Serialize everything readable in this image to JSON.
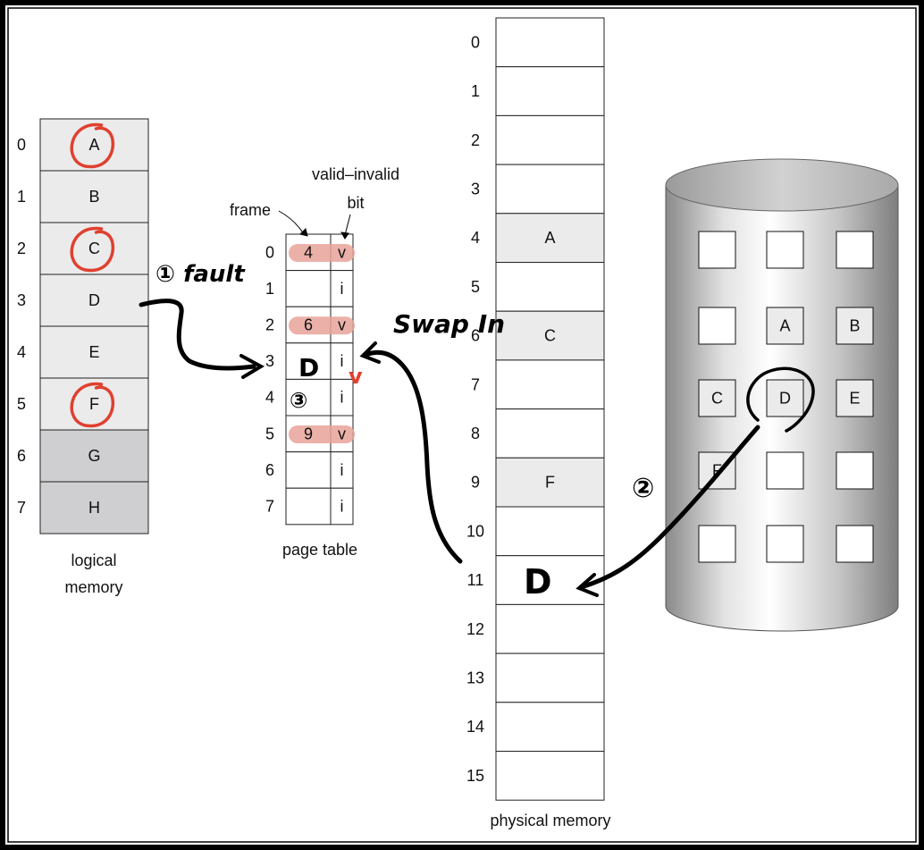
{
  "logical_memory": {
    "caption_line1": "logical",
    "caption_line2": "memory",
    "pages": [
      {
        "index": "0",
        "label": "A",
        "shade": "light",
        "circled": true
      },
      {
        "index": "1",
        "label": "B",
        "shade": "light",
        "circled": false
      },
      {
        "index": "2",
        "label": "C",
        "shade": "light",
        "circled": true
      },
      {
        "index": "3",
        "label": "D",
        "shade": "light",
        "circled": false
      },
      {
        "index": "4",
        "label": "E",
        "shade": "light",
        "circled": false
      },
      {
        "index": "5",
        "label": "F",
        "shade": "light",
        "circled": true
      },
      {
        "index": "6",
        "label": "G",
        "shade": "dark",
        "circled": false
      },
      {
        "index": "7",
        "label": "H",
        "shade": "dark",
        "circled": false
      }
    ]
  },
  "page_table": {
    "caption": "page table",
    "frame_label": "frame",
    "valid_label_line1": "valid–invalid",
    "valid_label_line2": "bit",
    "rows": [
      {
        "index": "0",
        "frame": "4",
        "bit": "v",
        "highlight": true
      },
      {
        "index": "1",
        "frame": "",
        "bit": "i",
        "highlight": false
      },
      {
        "index": "2",
        "frame": "6",
        "bit": "v",
        "highlight": true
      },
      {
        "index": "3",
        "frame": "",
        "bit": "i",
        "highlight": false
      },
      {
        "index": "4",
        "frame": "",
        "bit": "i",
        "highlight": false
      },
      {
        "index": "5",
        "frame": "9",
        "bit": "v",
        "highlight": true
      },
      {
        "index": "6",
        "frame": "",
        "bit": "i",
        "highlight": false
      },
      {
        "index": "7",
        "frame": "",
        "bit": "i",
        "highlight": false
      }
    ]
  },
  "physical_memory": {
    "caption": "physical memory",
    "frames": [
      {
        "index": "0",
        "label": ""
      },
      {
        "index": "1",
        "label": ""
      },
      {
        "index": "2",
        "label": ""
      },
      {
        "index": "3",
        "label": ""
      },
      {
        "index": "4",
        "label": "A"
      },
      {
        "index": "5",
        "label": ""
      },
      {
        "index": "6",
        "label": "C"
      },
      {
        "index": "7",
        "label": ""
      },
      {
        "index": "8",
        "label": ""
      },
      {
        "index": "9",
        "label": "F"
      },
      {
        "index": "10",
        "label": ""
      },
      {
        "index": "11",
        "label": ""
      },
      {
        "index": "12",
        "label": ""
      },
      {
        "index": "13",
        "label": ""
      },
      {
        "index": "14",
        "label": ""
      },
      {
        "index": "15",
        "label": ""
      }
    ]
  },
  "backing_store": {
    "grid": [
      [
        "",
        "",
        ""
      ],
      [
        "",
        "A",
        "B"
      ],
      [
        "C",
        "D",
        "E"
      ],
      [
        "F",
        "",
        ""
      ],
      [
        "",
        "",
        ""
      ]
    ]
  },
  "annotations": {
    "fault": "① fault",
    "swap_in": "Swap In",
    "step2": "②",
    "step3": "③",
    "handwritten_d_table": "D",
    "handwritten_v": "v",
    "handwritten_d_frame": "D"
  },
  "colors": {
    "light_cell": "#ebebeb",
    "dark_cell": "#cfcfd1",
    "red_ink": "#e0402f",
    "highlight": "#e8a39a",
    "black_ink": "#000000"
  }
}
